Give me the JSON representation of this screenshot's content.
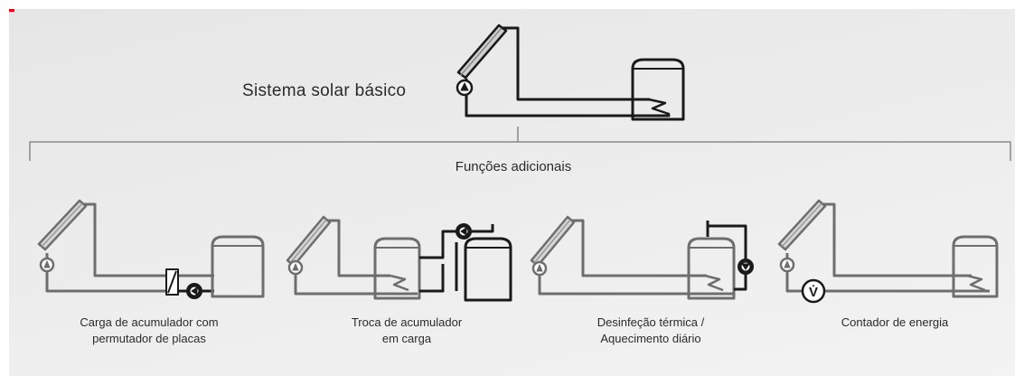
{
  "basic_system": {
    "title": "Sistema solar básico"
  },
  "additional": {
    "title": "Funções adicionais"
  },
  "functions": [
    {
      "line1": "Carga de acumulador com",
      "line2": "permutador de placas"
    },
    {
      "line1": "Troca de acumulador",
      "line2": "em carga"
    },
    {
      "line1": "Desinfeção térmica /",
      "line2": "Aquecimento diário"
    },
    {
      "line1": "Contador de energia",
      "line2": ""
    }
  ],
  "icons": {
    "energy_meter_symbol": "V̇"
  },
  "colors": {
    "accent_red": "#e2001a",
    "dark_line": "#1a1a1a",
    "grey_line": "#6e6e6e",
    "panel": "#ebebeb"
  }
}
